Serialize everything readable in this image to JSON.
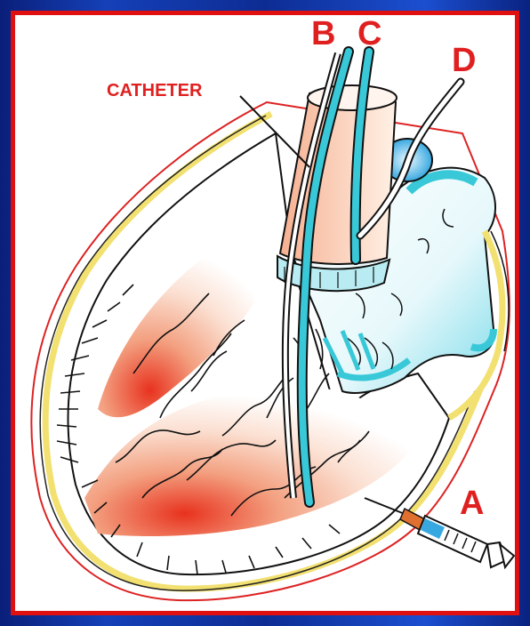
{
  "labels": {
    "catheter": "CATHETER",
    "a": "A",
    "b": "B",
    "c": "C",
    "d": "D"
  },
  "colors": {
    "background": "#0b2a8a",
    "border": "#e01010",
    "label": "#e02020",
    "cyan": "#38c8d8",
    "yellow": "#f2e070",
    "muscle": "#f08060"
  }
}
